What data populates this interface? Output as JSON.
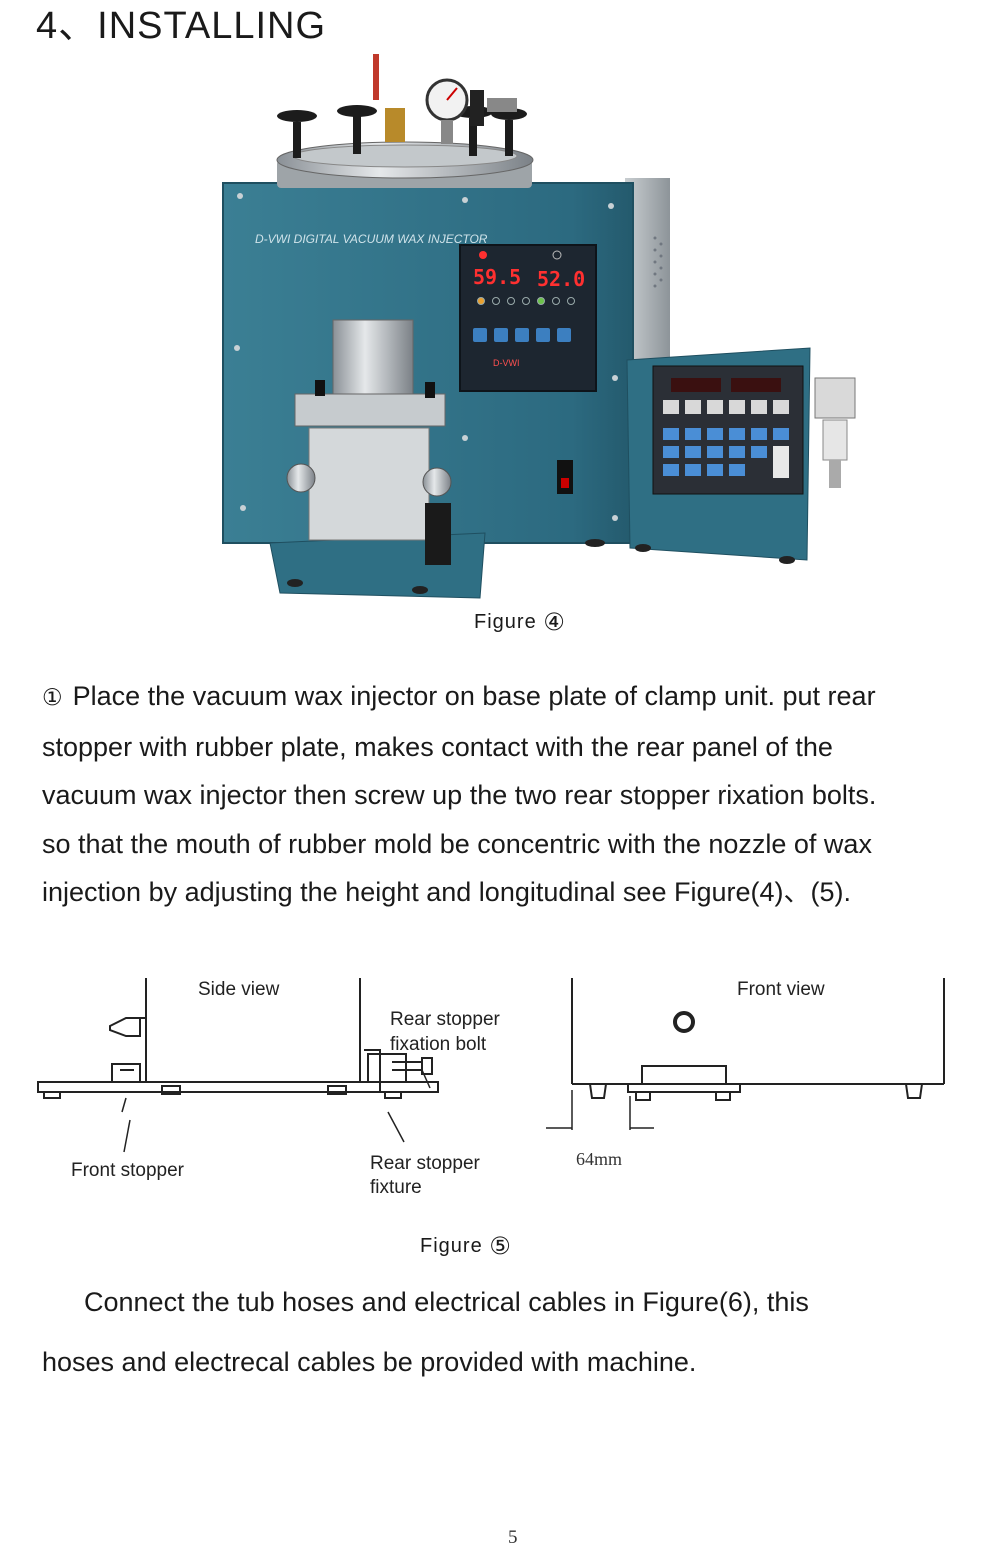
{
  "heading": "4、INSTALLING",
  "photo": {
    "brand_label": "D-VWI DIGITAL VACUUM WAX INJECTOR",
    "display_left": "59.5",
    "display_right": "52.0",
    "panel_label": "D-VWI"
  },
  "figure4": {
    "label": "Figure",
    "number": "④"
  },
  "paragraph1": {
    "marker": "①",
    "lines": [
      "Place the vacuum wax injector on base plate of clamp unit. put rear",
      "stopper  with rubber plate, makes  contact  with  the rear panel of  the",
      "vacuum wax injector then screw up the two rear stopper rixation bolts.",
      "so that the mouth of rubber mold be concentric with the nozzle of wax",
      "injection by adjusting the height and longitudinal see Figure(4)、(5)."
    ]
  },
  "diagram": {
    "side_view_label": "Side view",
    "front_view_label": "Front view",
    "rear_bolt_label_1": "Rear stopper",
    "rear_bolt_label_2": "fixation bolt",
    "front_stopper_label": "Front stopper",
    "rear_fixture_label_1": "Rear stopper",
    "rear_fixture_label_2": "fixture",
    "dimension_label": "64mm"
  },
  "figure5": {
    "label": "Figure",
    "number": "⑤"
  },
  "paragraph2": {
    "lines": [
      "Connect  the  tub  hoses  and  electrical  cables in Figure(6), this",
      "hoses and electrecal cables be provided with machine."
    ]
  },
  "page_number": "5",
  "colors": {
    "machine_body": "#2f6f84",
    "display_red": "#ff3030",
    "panel_dark": "#1d2630"
  }
}
